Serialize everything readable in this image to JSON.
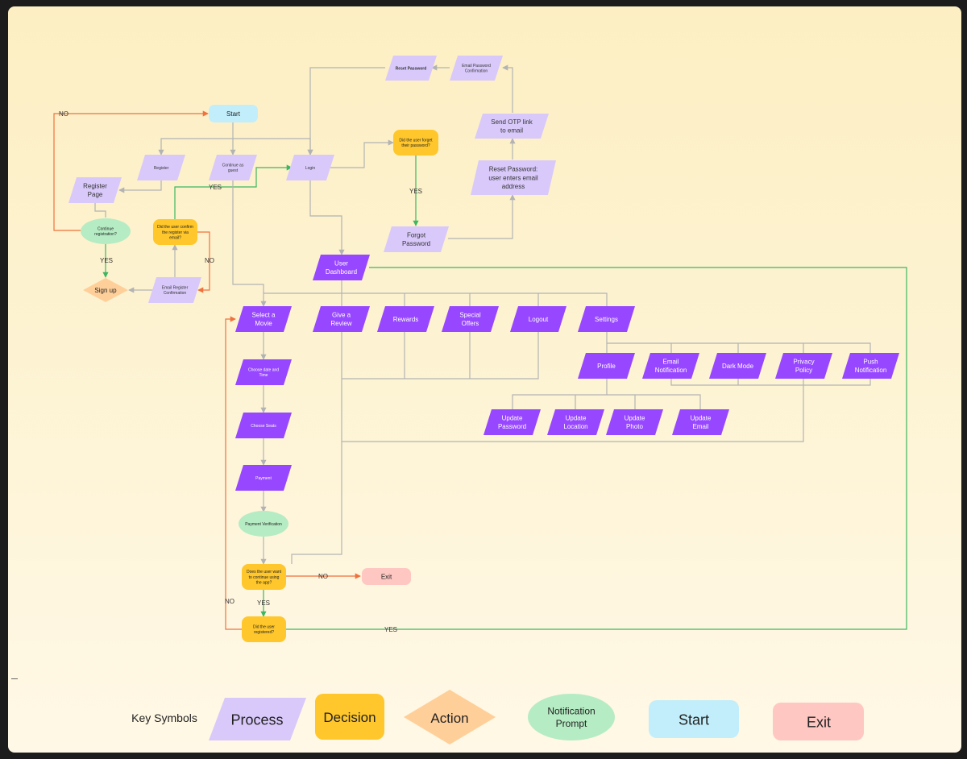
{
  "nodes": {
    "start": "Start",
    "register": "Register",
    "guest": "Continue as guest",
    "login": "Login",
    "register_page": "Register Page",
    "continue_registration": "Continue registration?",
    "confirm_email": "Did the user confirm the register via email?",
    "sign_up": "Sign up",
    "email_register_confirmation": "Email Register Confirmation",
    "forgot_question": "Did the user forget their password?",
    "forgot_password": "Forgot Password",
    "reset_entry": "Reset Password: user enters email address",
    "send_otp": "Send OTP link to email",
    "email_password_confirmation": "Email Password Confirmation",
    "reset_password": "Reset Password",
    "user_dashboard": "User Dashboard",
    "select_movie": "Select a Movie",
    "give_review": "Give a Review",
    "rewards": "Rewards",
    "special_offers": "Special Offers",
    "logout": "Logout",
    "settings": "Settings",
    "choose_date": "Choose date and Time",
    "choose_seats": "Choose Seats",
    "payment": "Payment",
    "payment_verification": "Payment Verification",
    "continue_app": "Does the user want to continue using the app?",
    "exit": "Exit",
    "registered_question": "Did the user registered?",
    "profile": "Profile",
    "email_notification": "Email Notification",
    "dark_mode": "Dark Mode",
    "privacy_policy": "Privacy Policy",
    "push_notification": "Push Notification",
    "update_password": "Update Password",
    "update_location": "Update Location",
    "update_photo": "Update Photo",
    "update_email": "Update Email"
  },
  "edge_labels": {
    "no_top": "NO",
    "yes_guest": "YES",
    "yes_signup": "YES",
    "no_confirm": "NO",
    "yes_forgot": "YES",
    "no_exit": "NO",
    "yes_continue": "YES",
    "no_registered": "NO",
    "yes_registered": "YES"
  },
  "legend": {
    "title": "Key Symbols",
    "process": "Process",
    "decision": "Decision",
    "action": "Action",
    "notification": "Notification Prompt",
    "start": "Start",
    "exit": "Exit"
  },
  "colors": {
    "process_light": "#d9c9fb",
    "process_dark": "#9747ff",
    "decision": "#ffc72c",
    "action": "#ffcf99",
    "notification": "#b5ecc3",
    "start": "#c2eefb",
    "exit": "#ffc7c2"
  }
}
